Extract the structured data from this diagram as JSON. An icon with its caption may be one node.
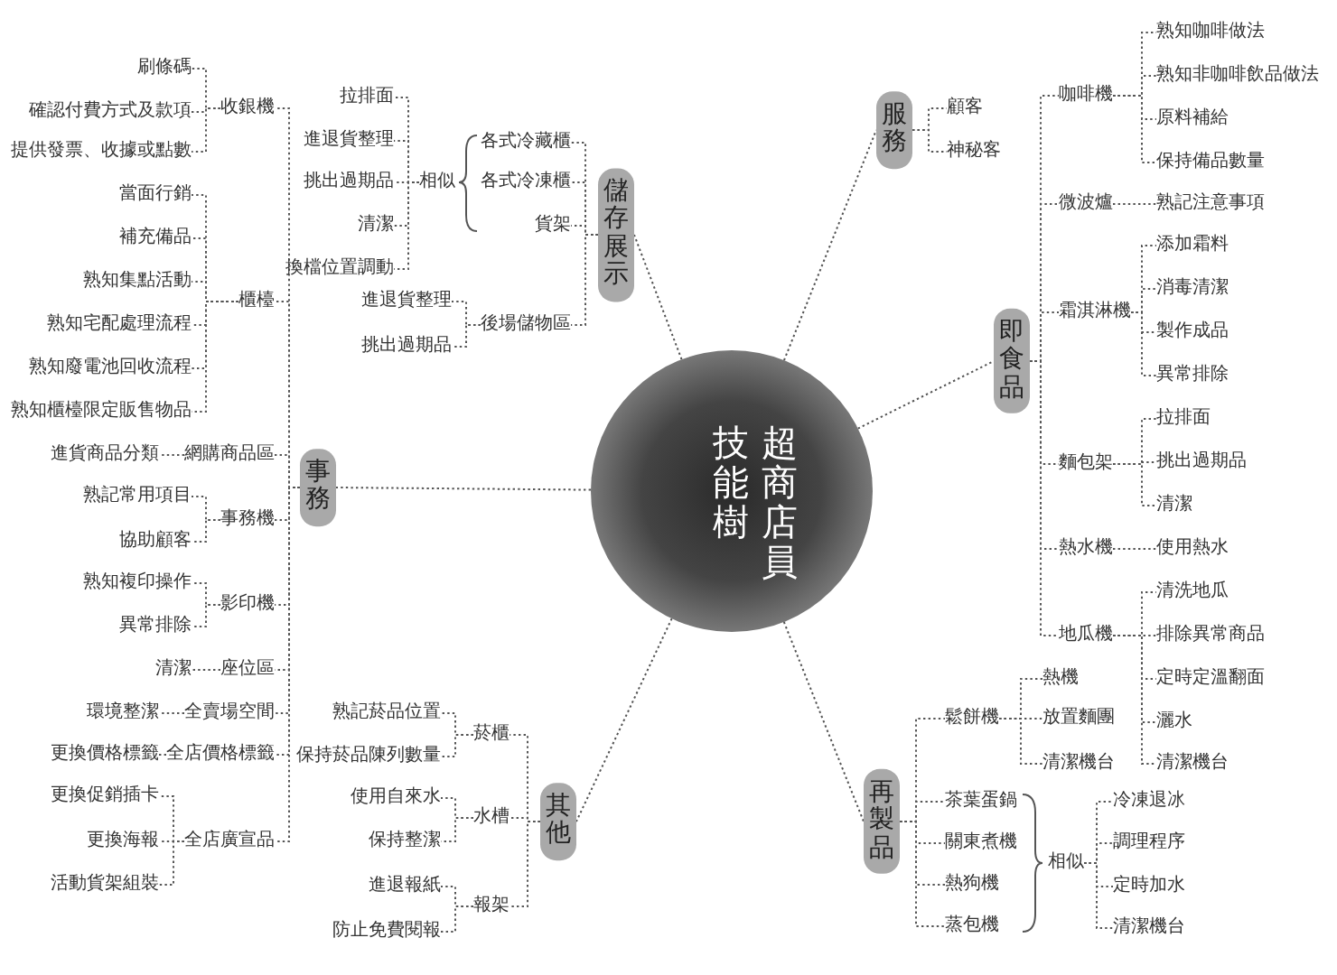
{
  "diagram": {
    "nodes": [
      {
        "text": [
          "超商店員技能樹"
        ]
      },
      {
        "text": [
          "服務"
        ]
      },
      {
        "text": [
          "顧客"
        ]
      },
      {
        "text": [
          "神秘客"
        ]
      },
      {
        "text": [
          "即食品"
        ]
      },
      {
        "text": [
          "咖啡機"
        ]
      },
      {
        "text": [
          "熟知咖啡做法"
        ]
      },
      {
        "text": [
          "熟知非咖啡飲品做法"
        ]
      },
      {
        "text": [
          "原料補給"
        ]
      },
      {
        "text": [
          "保持備品數量"
        ]
      },
      {
        "text": [
          "微波爐"
        ]
      },
      {
        "text": [
          "熟記注意事項"
        ]
      },
      {
        "text": [
          "霜淇淋機"
        ]
      },
      {
        "text": [
          "添加霜料"
        ]
      },
      {
        "text": [
          "消毒清潔"
        ]
      },
      {
        "text": [
          "製作成品"
        ]
      },
      {
        "text": [
          "異常排除"
        ]
      },
      {
        "text": [
          "麵包架"
        ]
      },
      {
        "text": [
          "拉排面"
        ]
      },
      {
        "text": [
          "挑出過期品"
        ]
      },
      {
        "text": [
          "清潔"
        ]
      },
      {
        "text": [
          "熱水機"
        ]
      },
      {
        "text": [
          "使用熱水"
        ]
      },
      {
        "text": [
          "地瓜機"
        ]
      },
      {
        "text": [
          "清洗地瓜"
        ]
      },
      {
        "text": [
          "排除異常商品"
        ]
      },
      {
        "text": [
          "定時定溫翻面"
        ]
      },
      {
        "text": [
          "灑水"
        ]
      },
      {
        "text": [
          "清潔機台"
        ]
      },
      {
        "text": [
          "再製品"
        ]
      },
      {
        "text": [
          "鬆餅機"
        ]
      },
      {
        "text": [
          "熱機"
        ]
      },
      {
        "text": [
          "放置麵團"
        ]
      },
      {
        "text": [
          "清潔機台"
        ]
      },
      {
        "text": [
          "茶葉蛋鍋"
        ]
      },
      {
        "text": [
          "關東煮機"
        ]
      },
      {
        "text": [
          "熱狗機"
        ]
      },
      {
        "text": [
          "蒸包機"
        ]
      },
      {
        "text": [
          "相似"
        ]
      },
      {
        "text": [
          "冷凍退冰"
        ]
      },
      {
        "text": [
          "調理程序"
        ]
      },
      {
        "text": [
          "定時加水"
        ]
      },
      {
        "text": [
          "清潔機台"
        ]
      },
      {
        "text": [
          "儲存展示"
        ]
      },
      {
        "text": [
          "各式冷藏櫃"
        ]
      },
      {
        "text": [
          "各式冷凍櫃"
        ]
      },
      {
        "text": [
          "貨架"
        ]
      },
      {
        "text": [
          "相似"
        ]
      },
      {
        "text": [
          "拉排面"
        ]
      },
      {
        "text": [
          "進退貨整理"
        ]
      },
      {
        "text": [
          "挑出過期品"
        ]
      },
      {
        "text": [
          "清潔"
        ]
      },
      {
        "text": [
          "換檔位置調動"
        ]
      },
      {
        "text": [
          "後場儲物區"
        ]
      },
      {
        "text": [
          "進退貨整理"
        ]
      },
      {
        "text": [
          "挑出過期品"
        ]
      },
      {
        "text": [
          "事務"
        ]
      },
      {
        "text": [
          "收銀機"
        ]
      },
      {
        "text": [
          "刷條碼"
        ]
      },
      {
        "text": [
          "確認付費方式及款項"
        ]
      },
      {
        "text": [
          "提供發票、收據或點數"
        ]
      },
      {
        "text": [
          "櫃檯"
        ]
      },
      {
        "text": [
          "當面行銷"
        ]
      },
      {
        "text": [
          "補充備品"
        ]
      },
      {
        "text": [
          "熟知集點活動"
        ]
      },
      {
        "text": [
          "熟知宅配處理流程"
        ]
      },
      {
        "text": [
          "熟知廢電池回收流程"
        ]
      },
      {
        "text": [
          "熟知櫃檯限定販售物品"
        ]
      },
      {
        "text": [
          "網購商品區"
        ]
      },
      {
        "text": [
          "進貨商品分類"
        ]
      },
      {
        "text": [
          "事務機"
        ]
      },
      {
        "text": [
          "熟記常用項目"
        ]
      },
      {
        "text": [
          "協助顧客"
        ]
      },
      {
        "text": [
          "影印機"
        ]
      },
      {
        "text": [
          "熟知複印操作"
        ]
      },
      {
        "text": [
          "異常排除"
        ]
      },
      {
        "text": [
          "座位區"
        ]
      },
      {
        "text": [
          "清潔"
        ]
      },
      {
        "text": [
          "全賣場空間"
        ]
      },
      {
        "text": [
          "環境整潔"
        ]
      },
      {
        "text": [
          "全店價格標籤"
        ]
      },
      {
        "text": [
          "更換價格標籤"
        ]
      },
      {
        "text": [
          "全店廣宣品"
        ]
      },
      {
        "text": [
          "更換促銷插卡"
        ]
      },
      {
        "text": [
          "更換海報"
        ]
      },
      {
        "text": [
          "活動貨架組裝"
        ]
      },
      {
        "text": [
          "其他"
        ]
      },
      {
        "text": [
          "菸櫃"
        ]
      },
      {
        "text": [
          "熟記菸品位置"
        ]
      },
      {
        "text": [
          "保持菸品陳列數量"
        ]
      },
      {
        "text": [
          "水槽"
        ]
      },
      {
        "text": [
          "使用自來水"
        ]
      },
      {
        "text": [
          "保持整潔"
        ]
      },
      {
        "text": [
          "報架"
        ]
      },
      {
        "text": [
          "進退報紙"
        ]
      },
      {
        "text": [
          "防止免費閱報"
        ]
      }
    ],
    "edges": [
      {
        "from": 0,
        "to": 1,
        "arrow": "none"
      },
      {
        "from": 0,
        "to": 4,
        "arrow": "none"
      },
      {
        "from": 0,
        "to": 29,
        "arrow": "none"
      },
      {
        "from": 0,
        "to": 86,
        "arrow": "none"
      },
      {
        "from": 0,
        "to": 56,
        "arrow": "none"
      },
      {
        "from": 0,
        "to": 43,
        "arrow": "none"
      },
      {
        "from": 1,
        "to": 2,
        "arrow": "none"
      },
      {
        "from": 1,
        "to": 3,
        "arrow": "none"
      },
      {
        "from": 4,
        "to": 5,
        "arrow": "none"
      },
      {
        "from": 4,
        "to": 10,
        "arrow": "none"
      },
      {
        "from": 4,
        "to": 12,
        "arrow": "none"
      },
      {
        "from": 4,
        "to": 17,
        "arrow": "none"
      },
      {
        "from": 4,
        "to": 21,
        "arrow": "none"
      },
      {
        "from": 4,
        "to": 23,
        "arrow": "none"
      },
      {
        "from": 5,
        "to": 6,
        "arrow": "none"
      },
      {
        "from": 5,
        "to": 7,
        "arrow": "none"
      },
      {
        "from": 5,
        "to": 8,
        "arrow": "none"
      },
      {
        "from": 5,
        "to": 9,
        "arrow": "none"
      },
      {
        "from": 10,
        "to": 11,
        "arrow": "none"
      },
      {
        "from": 12,
        "to": 13,
        "arrow": "none"
      },
      {
        "from": 12,
        "to": 14,
        "arrow": "none"
      },
      {
        "from": 12,
        "to": 15,
        "arrow": "none"
      },
      {
        "from": 12,
        "to": 16,
        "arrow": "none"
      },
      {
        "from": 17,
        "to": 18,
        "arrow": "none"
      },
      {
        "from": 17,
        "to": 19,
        "arrow": "none"
      },
      {
        "from": 17,
        "to": 20,
        "arrow": "none"
      },
      {
        "from": 21,
        "to": 22,
        "arrow": "none"
      },
      {
        "from": 23,
        "to": 24,
        "arrow": "none"
      },
      {
        "from": 23,
        "to": 25,
        "arrow": "none"
      },
      {
        "from": 23,
        "to": 26,
        "arrow": "none"
      },
      {
        "from": 23,
        "to": 27,
        "arrow": "none"
      },
      {
        "from": 23,
        "to": 28,
        "arrow": "none"
      },
      {
        "from": 29,
        "to": 30,
        "arrow": "none"
      },
      {
        "from": 29,
        "to": 34,
        "arrow": "none"
      },
      {
        "from": 29,
        "to": 35,
        "arrow": "none"
      },
      {
        "from": 29,
        "to": 36,
        "arrow": "none"
      },
      {
        "from": 29,
        "to": 37,
        "arrow": "none"
      },
      {
        "from": 30,
        "to": 31,
        "arrow": "none"
      },
      {
        "from": 30,
        "to": 32,
        "arrow": "none"
      },
      {
        "from": 30,
        "to": 33,
        "arrow": "none"
      },
      {
        "from": 38,
        "to": 39,
        "arrow": "none"
      },
      {
        "from": 38,
        "to": 40,
        "arrow": "none"
      },
      {
        "from": 38,
        "to": 41,
        "arrow": "none"
      },
      {
        "from": 38,
        "to": 42,
        "arrow": "none"
      },
      {
        "from": 43,
        "to": 44,
        "arrow": "none"
      },
      {
        "from": 43,
        "to": 45,
        "arrow": "none"
      },
      {
        "from": 43,
        "to": 46,
        "arrow": "none"
      },
      {
        "from": 43,
        "to": 53,
        "arrow": "none"
      },
      {
        "from": 47,
        "to": 48,
        "arrow": "none"
      },
      {
        "from": 47,
        "to": 49,
        "arrow": "none"
      },
      {
        "from": 47,
        "to": 50,
        "arrow": "none"
      },
      {
        "from": 47,
        "to": 51,
        "arrow": "none"
      },
      {
        "from": 47,
        "to": 52,
        "arrow": "none"
      },
      {
        "from": 53,
        "to": 54,
        "arrow": "none"
      },
      {
        "from": 53,
        "to": 55,
        "arrow": "none"
      },
      {
        "from": 56,
        "to": 57,
        "arrow": "none"
      },
      {
        "from": 56,
        "to": 61,
        "arrow": "none"
      },
      {
        "from": 56,
        "to": 68,
        "arrow": "none"
      },
      {
        "from": 56,
        "to": 70,
        "arrow": "none"
      },
      {
        "from": 56,
        "to": 73,
        "arrow": "none"
      },
      {
        "from": 56,
        "to": 76,
        "arrow": "none"
      },
      {
        "from": 56,
        "to": 78,
        "arrow": "none"
      },
      {
        "from": 56,
        "to": 80,
        "arrow": "none"
      },
      {
        "from": 56,
        "to": 82,
        "arrow": "none"
      },
      {
        "from": 57,
        "to": 58,
        "arrow": "none"
      },
      {
        "from": 57,
        "to": 59,
        "arrow": "none"
      },
      {
        "from": 57,
        "to": 60,
        "arrow": "none"
      },
      {
        "from": 61,
        "to": 62,
        "arrow": "none"
      },
      {
        "from": 61,
        "to": 63,
        "arrow": "none"
      },
      {
        "from": 61,
        "to": 64,
        "arrow": "none"
      },
      {
        "from": 61,
        "to": 65,
        "arrow": "none"
      },
      {
        "from": 61,
        "to": 66,
        "arrow": "none"
      },
      {
        "from": 61,
        "to": 67,
        "arrow": "none"
      },
      {
        "from": 68,
        "to": 69,
        "arrow": "none"
      },
      {
        "from": 70,
        "to": 71,
        "arrow": "none"
      },
      {
        "from": 70,
        "to": 72,
        "arrow": "none"
      },
      {
        "from": 73,
        "to": 74,
        "arrow": "none"
      },
      {
        "from": 73,
        "to": 75,
        "arrow": "none"
      },
      {
        "from": 76,
        "to": 77,
        "arrow": "none"
      },
      {
        "from": 78,
        "to": 79,
        "arrow": "none"
      },
      {
        "from": 80,
        "to": 81,
        "arrow": "none"
      },
      {
        "from": 82,
        "to": 83,
        "arrow": "none"
      },
      {
        "from": 82,
        "to": 84,
        "arrow": "none"
      },
      {
        "from": 82,
        "to": 85,
        "arrow": "none"
      },
      {
        "from": 86,
        "to": 87,
        "arrow": "none"
      },
      {
        "from": 86,
        "to": 90,
        "arrow": "none"
      },
      {
        "from": 86,
        "to": 93,
        "arrow": "none"
      },
      {
        "from": 87,
        "to": 88,
        "arrow": "none"
      },
      {
        "from": 87,
        "to": 89,
        "arrow": "none"
      },
      {
        "from": 90,
        "to": 91,
        "arrow": "none"
      },
      {
        "from": 90,
        "to": 92,
        "arrow": "none"
      },
      {
        "from": 93,
        "to": 94,
        "arrow": "none"
      },
      {
        "from": 93,
        "to": 95,
        "arrow": "none"
      }
    ]
  }
}
